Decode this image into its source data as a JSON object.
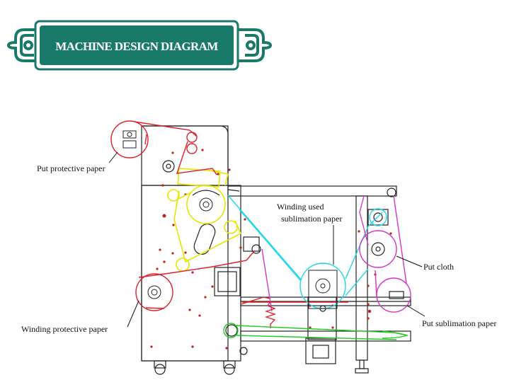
{
  "banner": {
    "title": "MACHINE DESIGN DIAGRAM",
    "color": "#1a7a6a"
  },
  "labels": {
    "put_protective_paper": "Put protective paper",
    "winding_protective_paper": "Winding protective paper",
    "winding_used_line1": "Winding used",
    "winding_used_line2": "sublimation paper",
    "put_cloth": "Put cloth",
    "put_sublimation_paper": "Put sublimation paper"
  },
  "colors": {
    "protective_path": "#e0202a",
    "used_paper_path": "#22d6e6",
    "cloth_path": "#d436c8",
    "inner_path": "#e6e600",
    "green_path": "#22cc22",
    "frame": "#222222"
  }
}
